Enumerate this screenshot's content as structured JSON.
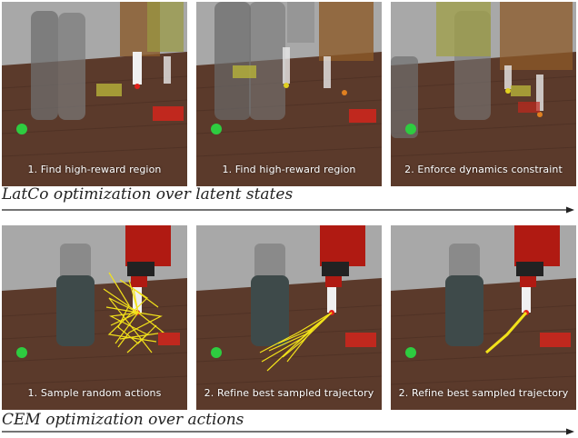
{
  "rows": [
    {
      "title": "LatCo optimization over latent states",
      "panels": [
        {
          "caption": "1. Find high-reward region"
        },
        {
          "caption": "1. Find high-reward region"
        },
        {
          "caption": "2. Enforce dynamics constraint"
        }
      ]
    },
    {
      "title": "CEM optimization over actions",
      "panels": [
        {
          "caption": "1. Sample random actions"
        },
        {
          "caption": "2. Refine best sampled trajectory"
        },
        {
          "caption": "2. Refine best sampled trajectory"
        }
      ]
    }
  ],
  "colors": {
    "table": "#5a3a2c",
    "wall": "#a3a3a3",
    "puck": "#2ecc40",
    "robot": "#b01a12",
    "trajectory": "#f2e21a",
    "block_red": "#c0281e"
  }
}
